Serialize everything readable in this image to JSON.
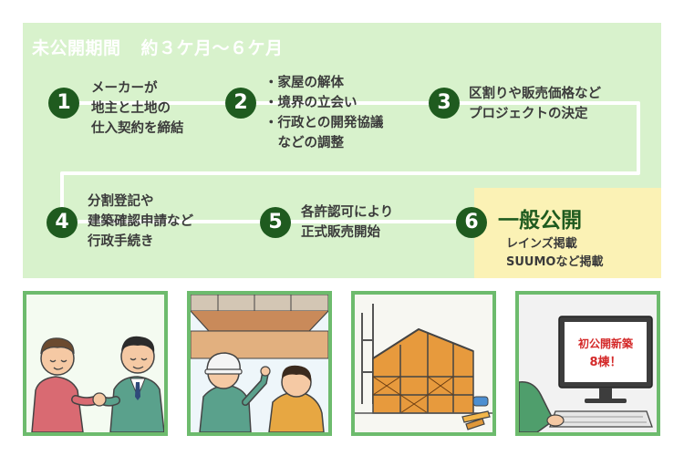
{
  "title": {
    "main": "未公開期間",
    "duration": "約３ケ月〜６ケ月"
  },
  "steps": [
    {
      "number": "1",
      "lines": [
        "メーカーが",
        "地主と土地の",
        "仕入契約を締結"
      ]
    },
    {
      "number": "2",
      "lines": [
        "・家屋の解体",
        "・境界の立会い",
        "・行政との開発協議",
        "　などの調整"
      ]
    },
    {
      "number": "3",
      "lines": [
        "区割りや販売価格など",
        "プロジェクトの決定"
      ]
    },
    {
      "number": "4",
      "lines": [
        "分割登記や",
        "建築確認申請など",
        "行政手続き"
      ]
    },
    {
      "number": "5",
      "lines": [
        "各許認可により",
        "正式販売開始"
      ]
    },
    {
      "number": "6",
      "title": "一般公開",
      "lines": [
        "レインズ掲載",
        "SUUMOなど掲載"
      ]
    }
  ],
  "illustrations": [
    {
      "subject": "handshake-scene"
    },
    {
      "subject": "site-survey-scene"
    },
    {
      "subject": "construction-frame-scene"
    },
    {
      "subject": "computer-listing-scene",
      "screen_lines": [
        "初公開新築",
        "8棟！"
      ]
    }
  ],
  "colors": {
    "panel_bg": "#d8f2cc",
    "badge_green": "#1f5b1f",
    "flow_line": "#ffffff",
    "public_box_bg": "#fbf2b5",
    "frame_border": "#6dbb6d",
    "screen_text_red": "#d42a2a"
  }
}
